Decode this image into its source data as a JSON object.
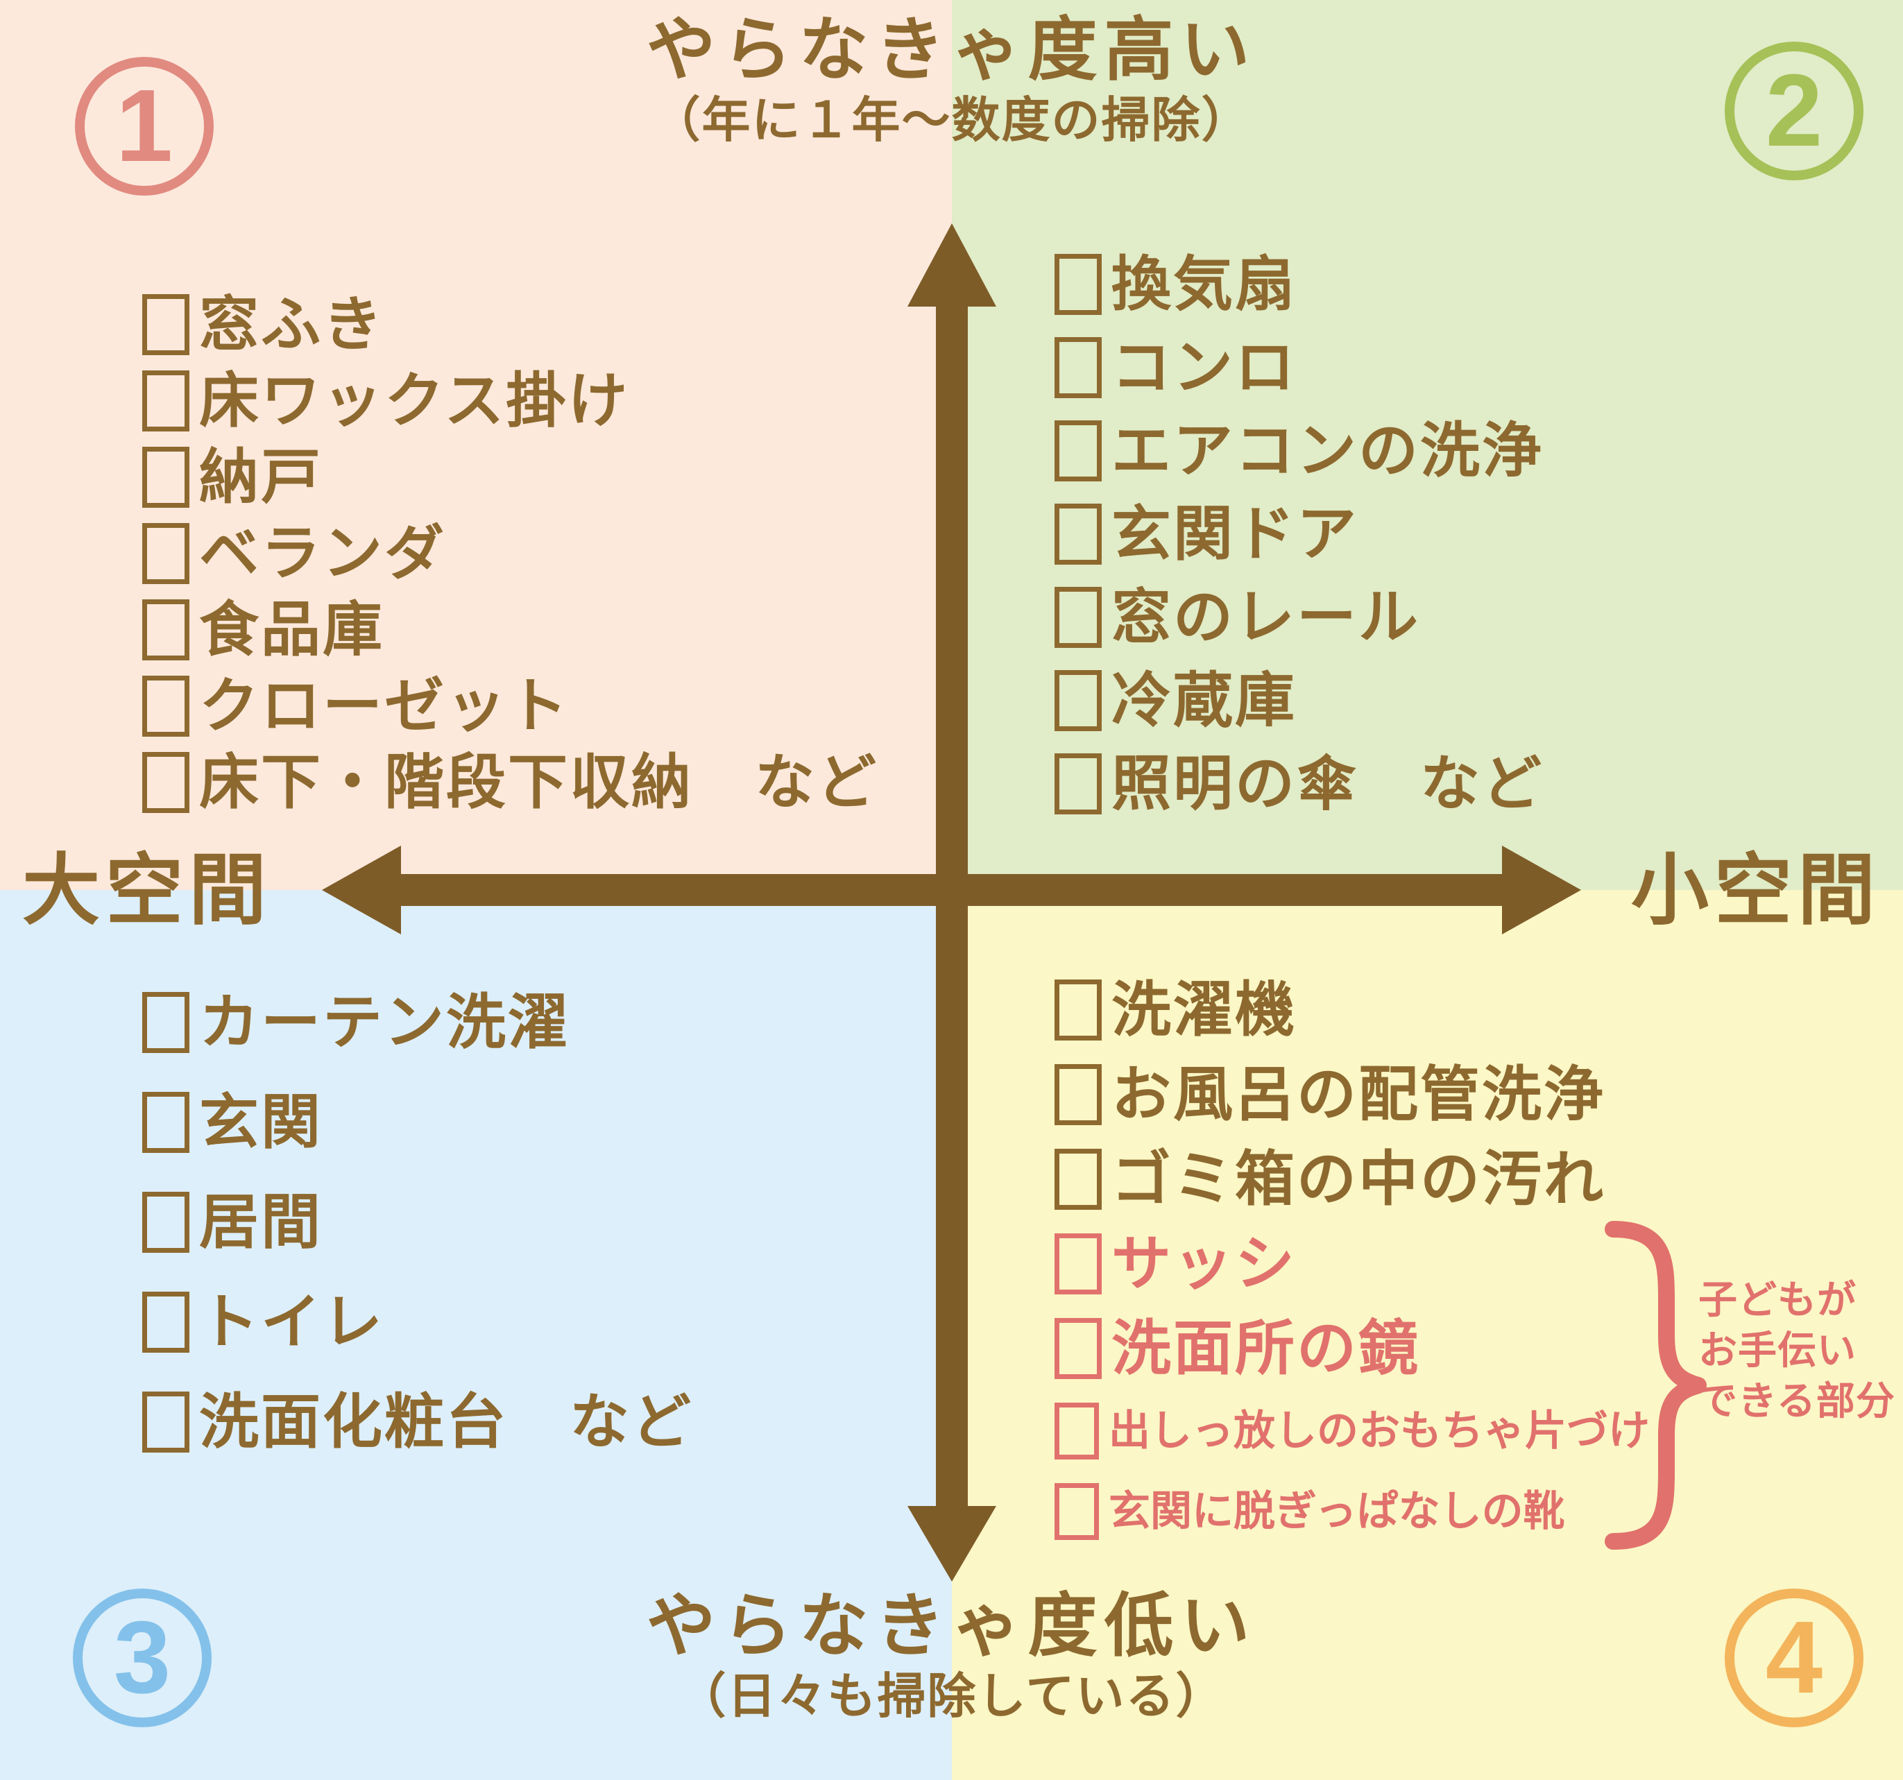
{
  "axes": {
    "top_label": "やらなきゃ度高い",
    "top_sublabel": "（年に１年～数度の掃除）",
    "bottom_label": "やらなきゃ度低い",
    "bottom_sublabel": "（日々も掃除している）",
    "left_label": "大空間",
    "right_label": "小空間"
  },
  "colors": {
    "quadrant1_bg": "#FCE9DC",
    "quadrant2_bg": "#E1ECC8",
    "quadrant3_bg": "#DDEFFA",
    "quadrant4_bg": "#FBF7C6",
    "axis_brown": "#7E5C28",
    "text_brown": "#8D692F",
    "accent_coral": "#E1716C",
    "circle1": "#E18A80",
    "circle2": "#A6C157",
    "circle3": "#83C1EA",
    "circle4": "#F3B45B"
  },
  "quadrants": [
    {
      "number": "1",
      "position": "top-left",
      "items": [
        {
          "label": "窓ふき",
          "accent": false,
          "small": false
        },
        {
          "label": "床ワックス掛け",
          "accent": false,
          "small": false
        },
        {
          "label": "納戸",
          "accent": false,
          "small": false
        },
        {
          "label": "ベランダ",
          "accent": false,
          "small": false
        },
        {
          "label": "食品庫",
          "accent": false,
          "small": false
        },
        {
          "label": "クローゼット",
          "accent": false,
          "small": false
        },
        {
          "label": "床下・階段下収納　など",
          "accent": false,
          "small": false
        }
      ]
    },
    {
      "number": "2",
      "position": "top-right",
      "items": [
        {
          "label": "換気扇",
          "accent": false,
          "small": false
        },
        {
          "label": "コンロ",
          "accent": false,
          "small": false
        },
        {
          "label": "エアコンの洗浄",
          "accent": false,
          "small": false
        },
        {
          "label": "玄関ドア",
          "accent": false,
          "small": false
        },
        {
          "label": "窓のレール",
          "accent": false,
          "small": false
        },
        {
          "label": "冷蔵庫",
          "accent": false,
          "small": false
        },
        {
          "label": "照明の傘　など",
          "accent": false,
          "small": false
        }
      ]
    },
    {
      "number": "3",
      "position": "bottom-left",
      "items": [
        {
          "label": "カーテン洗濯",
          "accent": false,
          "small": false
        },
        {
          "label": "玄関",
          "accent": false,
          "small": false
        },
        {
          "label": "居間",
          "accent": false,
          "small": false
        },
        {
          "label": "トイレ",
          "accent": false,
          "small": false
        },
        {
          "label": "洗面化粧台　など",
          "accent": false,
          "small": false
        }
      ]
    },
    {
      "number": "4",
      "position": "bottom-right",
      "items": [
        {
          "label": "洗濯機",
          "accent": false,
          "small": false
        },
        {
          "label": "お風呂の配管洗浄",
          "accent": false,
          "small": false
        },
        {
          "label": "ゴミ箱の中の汚れ",
          "accent": false,
          "small": false
        },
        {
          "label": "サッシ",
          "accent": true,
          "small": false
        },
        {
          "label": "洗面所の鏡",
          "accent": true,
          "small": false
        },
        {
          "label": "出しっ放しのおもちゃ片づけ",
          "accent": true,
          "small": true
        },
        {
          "label": "玄関に脱ぎっぱなしの靴",
          "accent": true,
          "small": true
        }
      ]
    }
  ],
  "annotation": {
    "lines": [
      "子どもが",
      "お手伝い",
      "できる部分"
    ]
  }
}
